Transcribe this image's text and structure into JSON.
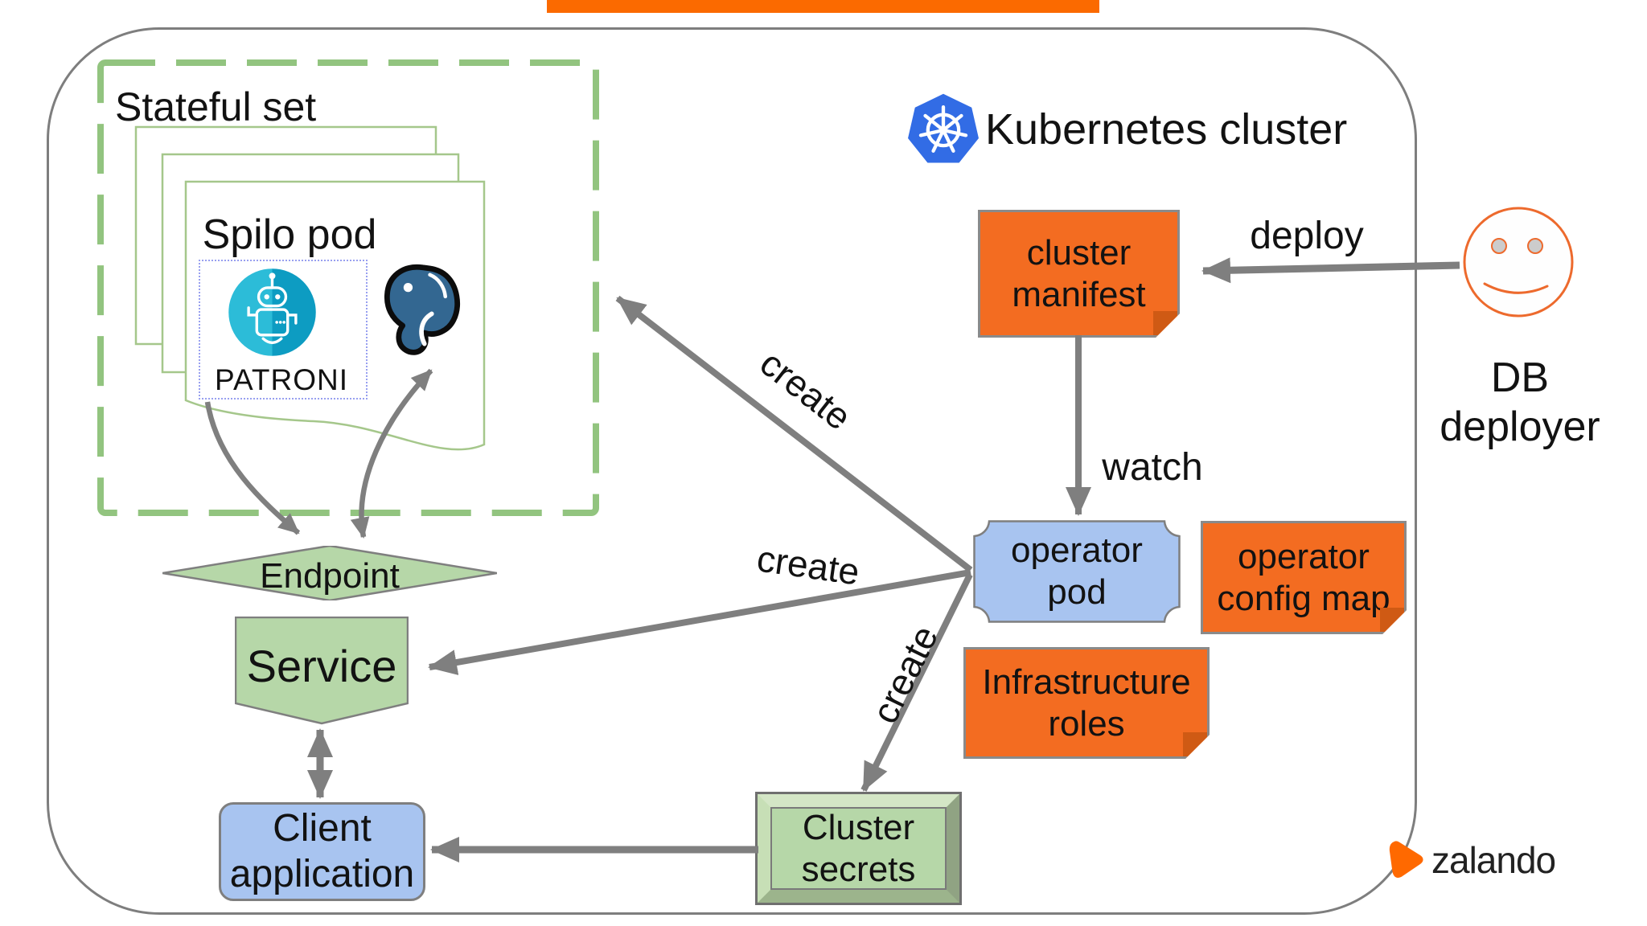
{
  "top_bar": {
    "color": "#fb6a00"
  },
  "cluster": {
    "title": "Kubernetes cluster",
    "icon": "kubernetes-helm-icon"
  },
  "stateful_set": {
    "title": "Stateful set",
    "pod_title": "Spilo pod",
    "patroni_label": "PATRONI",
    "patroni_icon": "patroni-robot-icon",
    "postgres_icon": "postgresql-elephant-icon"
  },
  "nodes": {
    "cluster_manifest": {
      "line1": "cluster",
      "line2": "manifest"
    },
    "operator_pod": {
      "line1": "operator",
      "line2": "pod"
    },
    "operator_config_map": {
      "line1": "operator",
      "line2": "config map"
    },
    "infrastructure_roles": {
      "line1": "Infrastructure",
      "line2": "roles"
    },
    "endpoint": {
      "label": "Endpoint"
    },
    "service": {
      "label": "Service"
    },
    "client_application": {
      "line1": "Client",
      "line2": "application"
    },
    "cluster_secrets": {
      "line1": "Cluster",
      "line2": "secrets"
    }
  },
  "actor": {
    "line1": "DB",
    "line2": "deployer",
    "icon": "smiley-face-icon"
  },
  "edge_labels": {
    "deploy": "deploy",
    "watch": "watch",
    "create": "create"
  },
  "brand": {
    "name": "zalando",
    "icon": "zalando-teardrop-icon"
  },
  "colors": {
    "accent_orange": "#fb6a00",
    "note_orange": "#f36c21",
    "note_border": "#8a8a8a",
    "green_fill": "#b6d7a8",
    "green_border": "#7f7f7f",
    "page_border_green": "#a5c78b",
    "dashed_green": "#92c47f",
    "blue_fill": "#a8c4f0",
    "k8s_blue": "#326ce5",
    "patroni_teal": "#17afcf",
    "postgres_blue": "#336791",
    "arrow_gray": "#7f7f7f",
    "face_orange": "#ed6a2d"
  }
}
